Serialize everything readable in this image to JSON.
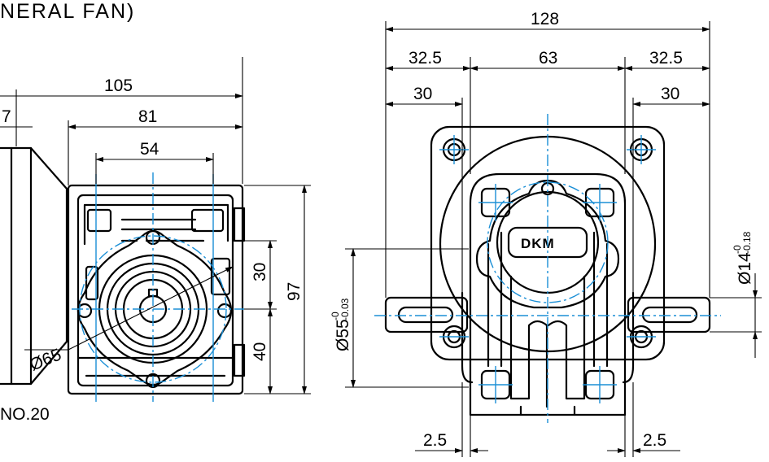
{
  "title": "NERAL FAN)",
  "label_no": "NO.20",
  "logo": "DKM",
  "left_view": {
    "dims": {
      "d105": "105",
      "d81": "81",
      "d54": "54",
      "d7": "7",
      "d30": "30",
      "d40": "40",
      "d97": "97",
      "dia65": "Ø65"
    }
  },
  "right_view": {
    "dims": {
      "d128": "128",
      "d32_5_left": "32.5",
      "d63": "63",
      "d32_5_right": "32.5",
      "d30_left": "30",
      "d30_right": "30",
      "d2_5_left": "2.5",
      "d2_5_right": "2.5",
      "dia55": "Ø55",
      "dia55_tol_upper": "-0",
      "dia55_tol_lower": "-0.03",
      "dia14": "Ø14",
      "dia14_tol_upper": "-0",
      "dia14_tol_lower": "-0.18"
    }
  },
  "colors": {
    "outline": "#000000",
    "centerline": "#1b8fd6",
    "background": "#ffffff"
  }
}
